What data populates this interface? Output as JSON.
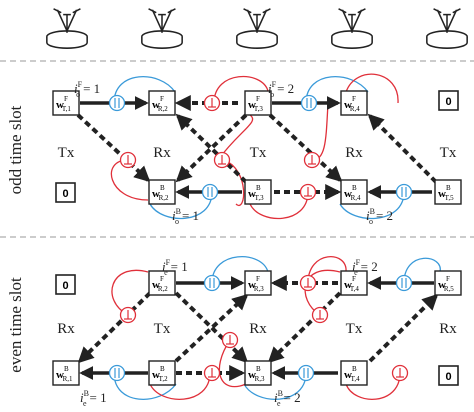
{
  "labels": {
    "odd_slot": "odd time slot",
    "even_slot": "even time slot",
    "tx": "Tx",
    "rx": "Rx",
    "zero": "0"
  },
  "nodes": {
    "odd_F": [
      [
        "w",
        "F",
        "T,1"
      ],
      [
        "w",
        "F",
        "R,2"
      ],
      [
        "w",
        "F",
        "T,3"
      ],
      [
        "w",
        "F",
        "R,4"
      ]
    ],
    "odd_B": [
      [
        "w",
        "B",
        "R,2"
      ],
      [
        "w",
        "B",
        "T,3"
      ],
      [
        "w",
        "B",
        "R,4"
      ],
      [
        "w",
        "B",
        "T,5"
      ]
    ],
    "even_F": [
      [
        "w",
        "F",
        "R,2"
      ],
      [
        "w",
        "F",
        "R,3"
      ],
      [
        "w",
        "F",
        "T,4"
      ],
      [
        "w",
        "F",
        "R,5"
      ]
    ],
    "even_B": [
      [
        "w",
        "B",
        "R,1"
      ],
      [
        "w",
        "B",
        "T,2"
      ],
      [
        "w",
        "B",
        "R,3"
      ],
      [
        "w",
        "B",
        "T,4"
      ]
    ]
  },
  "indices": {
    "odd_F_1": [
      "i",
      "F",
      "o",
      "= 1"
    ],
    "odd_F_2": [
      "i",
      "F",
      "o",
      "= 2"
    ],
    "odd_B_1": [
      "i",
      "B",
      "o",
      "= 1"
    ],
    "odd_B_2": [
      "i",
      "B",
      "o",
      "= 2"
    ],
    "even_F_1": [
      "i",
      "F",
      "e",
      "= 1"
    ],
    "even_F_2": [
      "i",
      "F",
      "e",
      "= 2"
    ],
    "even_B_1": [
      "i",
      "B",
      "e",
      "= 1"
    ],
    "even_B_2": [
      "i",
      "B",
      "e",
      "= 2"
    ]
  },
  "colors": {
    "red": "#e0303a",
    "blue": "#3a9ad9",
    "arrow": "#222222",
    "divider": "#999999"
  },
  "icons": [
    "antenna-icon",
    "parallel-symbol-icon",
    "perpendicular-symbol-icon"
  ]
}
